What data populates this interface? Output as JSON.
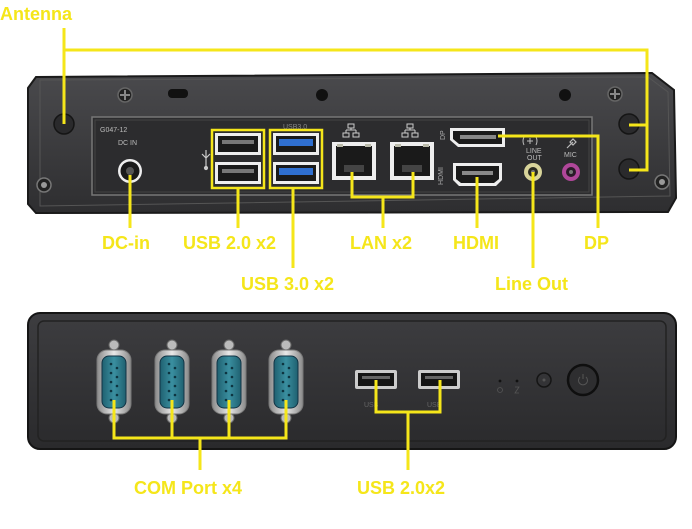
{
  "colors": {
    "annotation": "#f5e61a",
    "chassis": "#3a3a3c",
    "chassis_dark": "#1e1e20",
    "panel": "#2b2b2d",
    "usb3_blue": "#2f6fd0",
    "com_teal": "#2f7f8f",
    "line_out": "#d8d49a",
    "mic": "#b0479a"
  },
  "rear_panel": {
    "model_text": "G047-12",
    "dc_in_text": "DC IN",
    "usb3_text": "USB3.0",
    "dp_text": "DP",
    "hdmi_text": "HDMI",
    "line_out_text": "LINE OUT",
    "line_text": "LINE",
    "out_text": "OUT",
    "mic_text": "MIC"
  },
  "labels": {
    "antenna": "Antenna",
    "dc_in": "DC-in",
    "usb20_x2": "USB 2.0 x2",
    "usb30_x2": "USB 3.0 x2",
    "lan_x2": "LAN x2",
    "hdmi": "HDMI",
    "line_out": "Line Out",
    "dp": "DP",
    "com_port_x4": "COM Port x4",
    "front_usb20_x2": "USB 2.0x2"
  },
  "front_panel": {
    "usb_text_1": "USB",
    "usb_text_2": "USB"
  }
}
